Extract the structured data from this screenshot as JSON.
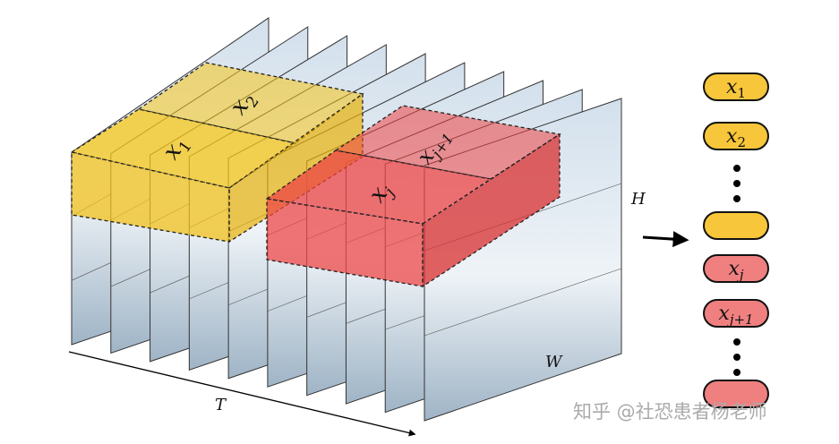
{
  "figure": {
    "frame_count": 10,
    "tubelets": [
      {
        "label_base": "x",
        "label_sub": "1",
        "color": "#f5c518"
      },
      {
        "label_base": "x",
        "label_sub": "2",
        "color": "#f5c518"
      },
      {
        "label_base": "x",
        "label_sub": "j",
        "color": "#ee4444"
      },
      {
        "label_base": "x",
        "label_sub": "j+1",
        "color": "#ee4444"
      }
    ],
    "axes": {
      "height": "H",
      "width": "W",
      "time": "T"
    },
    "tokens": [
      {
        "base": "x",
        "sub": "1",
        "color": "#f8c63a"
      },
      {
        "base": "x",
        "sub": "2",
        "color": "#f8c63a"
      },
      {
        "base": "",
        "sub": "",
        "color": "#f8c63a"
      },
      {
        "base": "x",
        "sub": "j",
        "color": "#f08080"
      },
      {
        "base": "x",
        "sub": "j+1",
        "color": "#f08080"
      },
      {
        "base": "",
        "sub": "",
        "color": "#f08080"
      }
    ],
    "watermark": "知乎 @社恐患者杨老师"
  }
}
